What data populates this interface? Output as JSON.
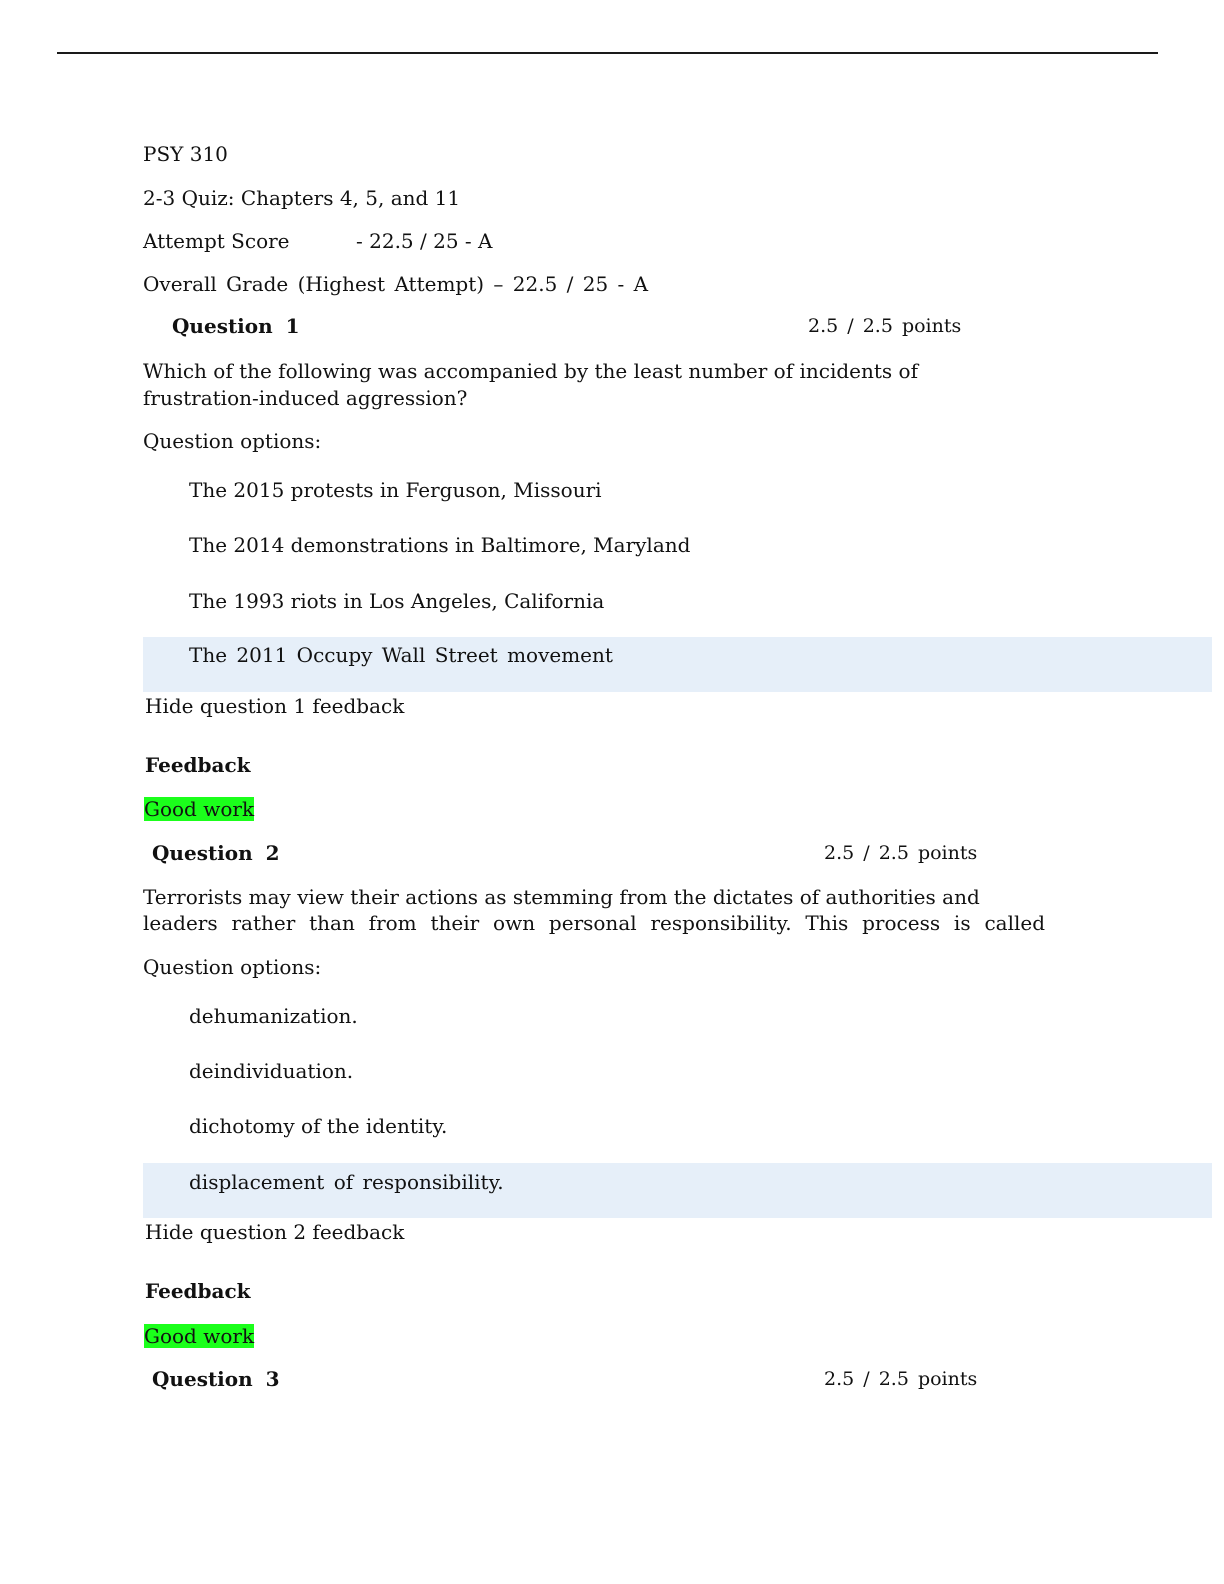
{
  "course": "PSY 310",
  "quiz_title": "2-3 Quiz: Chapters 4, 5, and 11",
  "attempt_score": {
    "label": "Attempt Score",
    "value": "- 22.5 / 25 - A"
  },
  "overall_grade": "Overall Grade (Highest Attempt) – 22.5 / 25 - A",
  "questions": [
    {
      "title": "Question 1",
      "points": "2.5 / 2.5 points",
      "prompt_line1": "Which of the following was accompanied by the least number of incidents of",
      "prompt_line2": "frustration-induced aggression?",
      "options_label": "Question options:",
      "options": [
        "The 2015 protests in Ferguson, Missouri",
        "The 2014 demonstrations in Baltimore, Maryland",
        "The 1993 riots in Los Angeles, California",
        "The 2011 Occupy Wall Street movement"
      ],
      "hide_feedback": "Hide question 1 feedback",
      "feedback_label": "Feedback",
      "feedback_text": "Good work"
    },
    {
      "title": "Question 2",
      "points": "2.5 / 2.5 points",
      "prompt_line1": "Terrorists may view their actions as stemming from the dictates of authorities and",
      "prompt_line2": "leaders rather than from their own personal responsibility. This process is called",
      "options_label": "Question options:",
      "options": [
        "dehumanization.",
        "deindividuation.",
        "dichotomy of the identity.",
        "displacement of responsibility."
      ],
      "hide_feedback": "Hide question 2 feedback",
      "feedback_label": "Feedback",
      "feedback_text": "Good work"
    },
    {
      "title": "Question 3",
      "points": "2.5 / 2.5 points"
    }
  ],
  "colors": {
    "selected_highlight": "#e6eff9",
    "feedback_highlight": "#1bff1b"
  }
}
